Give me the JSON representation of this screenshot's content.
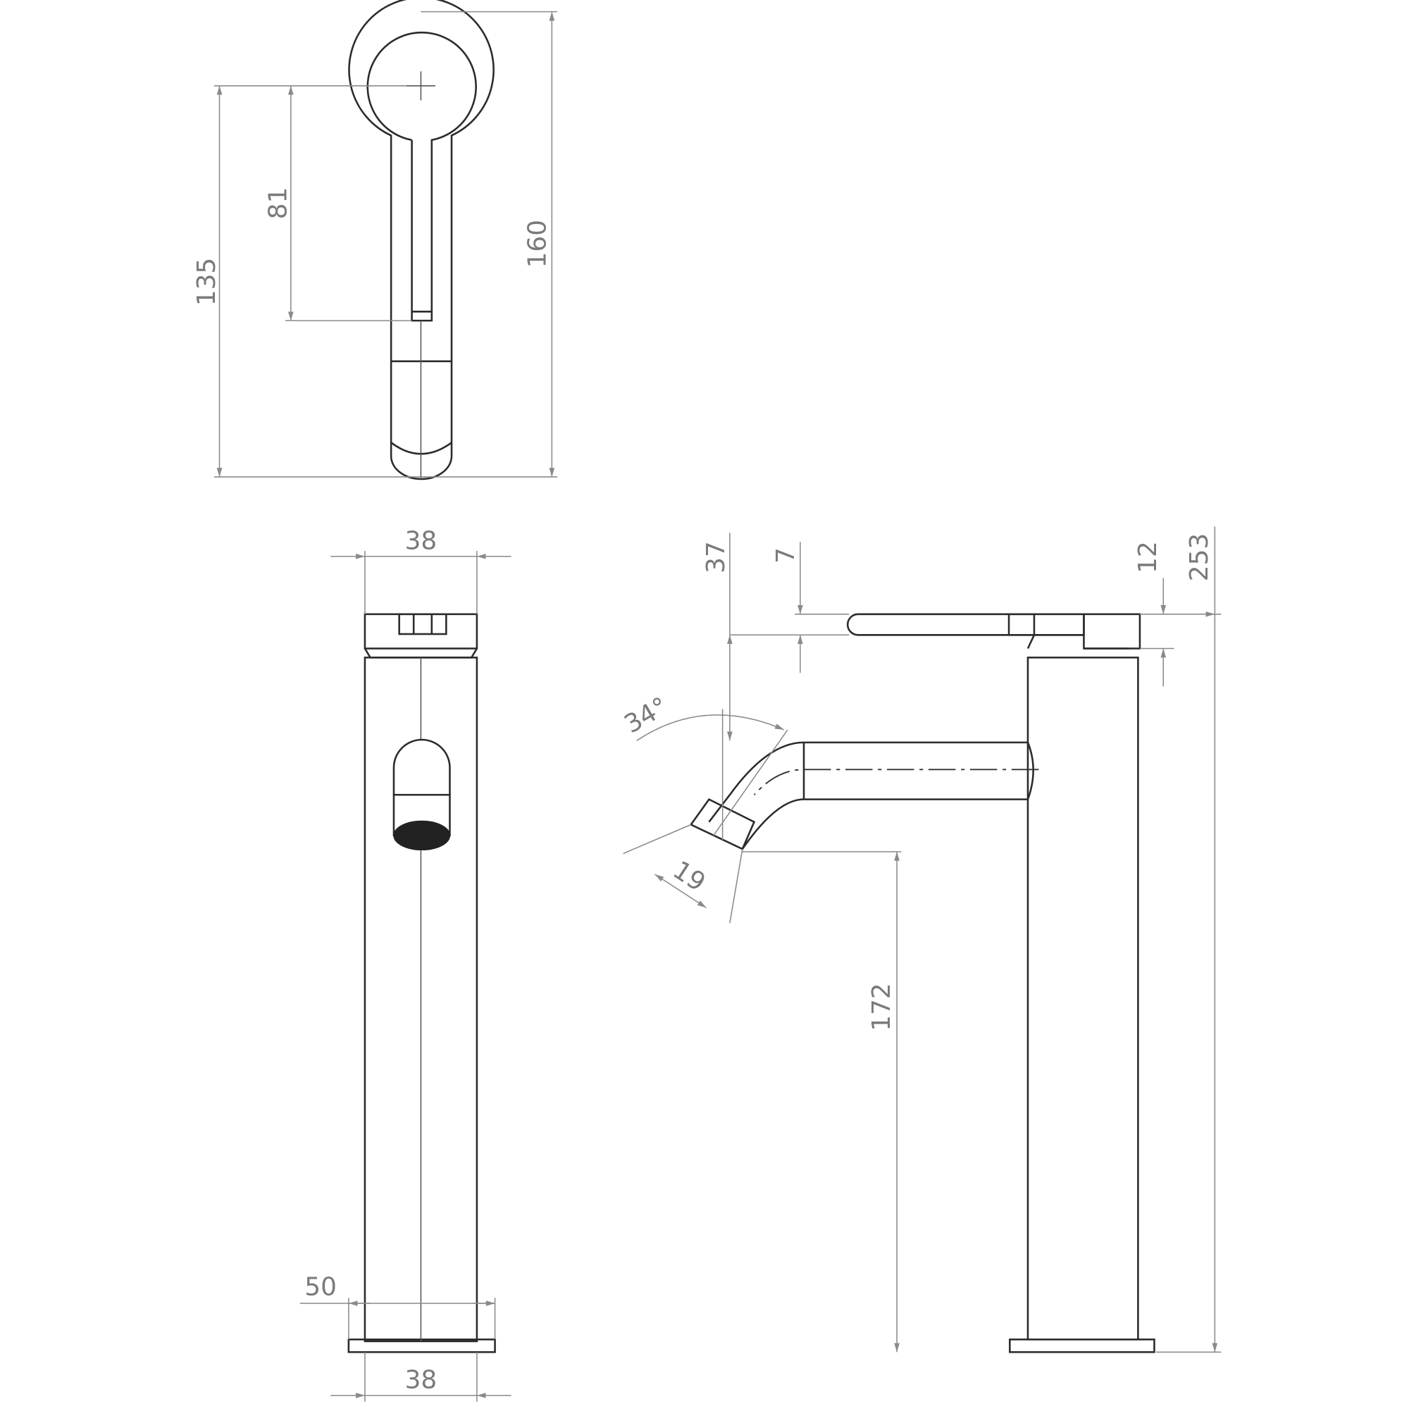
{
  "drawing": {
    "units": "mm",
    "colors": {
      "outline": "#2b2b2b",
      "dimension": "#8a8a8a",
      "text": "#7a7a7a"
    },
    "top_view": {
      "dim_center_to_tip": "135",
      "dim_slot_length": "81",
      "dim_overall_length": "160"
    },
    "front_view": {
      "dim_top_width": "38",
      "dim_base_width": "50",
      "dim_body_width": "38"
    },
    "side_view": {
      "dim_spout_drop": "37",
      "dim_lever_thickness": "7",
      "dim_cap_height": "12",
      "dim_overall_height": "253",
      "dim_spout_height": "172",
      "dim_aerator": "19",
      "dim_angle": "34°"
    }
  }
}
